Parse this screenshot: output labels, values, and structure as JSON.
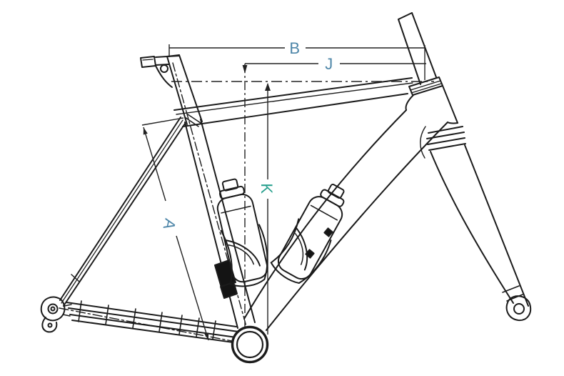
{
  "page": {
    "background": "#ffffff",
    "line_color": "#1b1b1b",
    "dimension_line_color": "#222222"
  },
  "labels": {
    "A": {
      "text": "A",
      "color": "#4f87a9",
      "orientation": "diagonal-along-seat-tube"
    },
    "B": {
      "text": "B",
      "color": "#4f87a9",
      "orientation": "horizontal"
    },
    "J": {
      "text": "J",
      "color": "#4f87a9",
      "orientation": "horizontal"
    },
    "K": {
      "text": "K",
      "color": "#2ba18f",
      "orientation": "vertical"
    }
  }
}
